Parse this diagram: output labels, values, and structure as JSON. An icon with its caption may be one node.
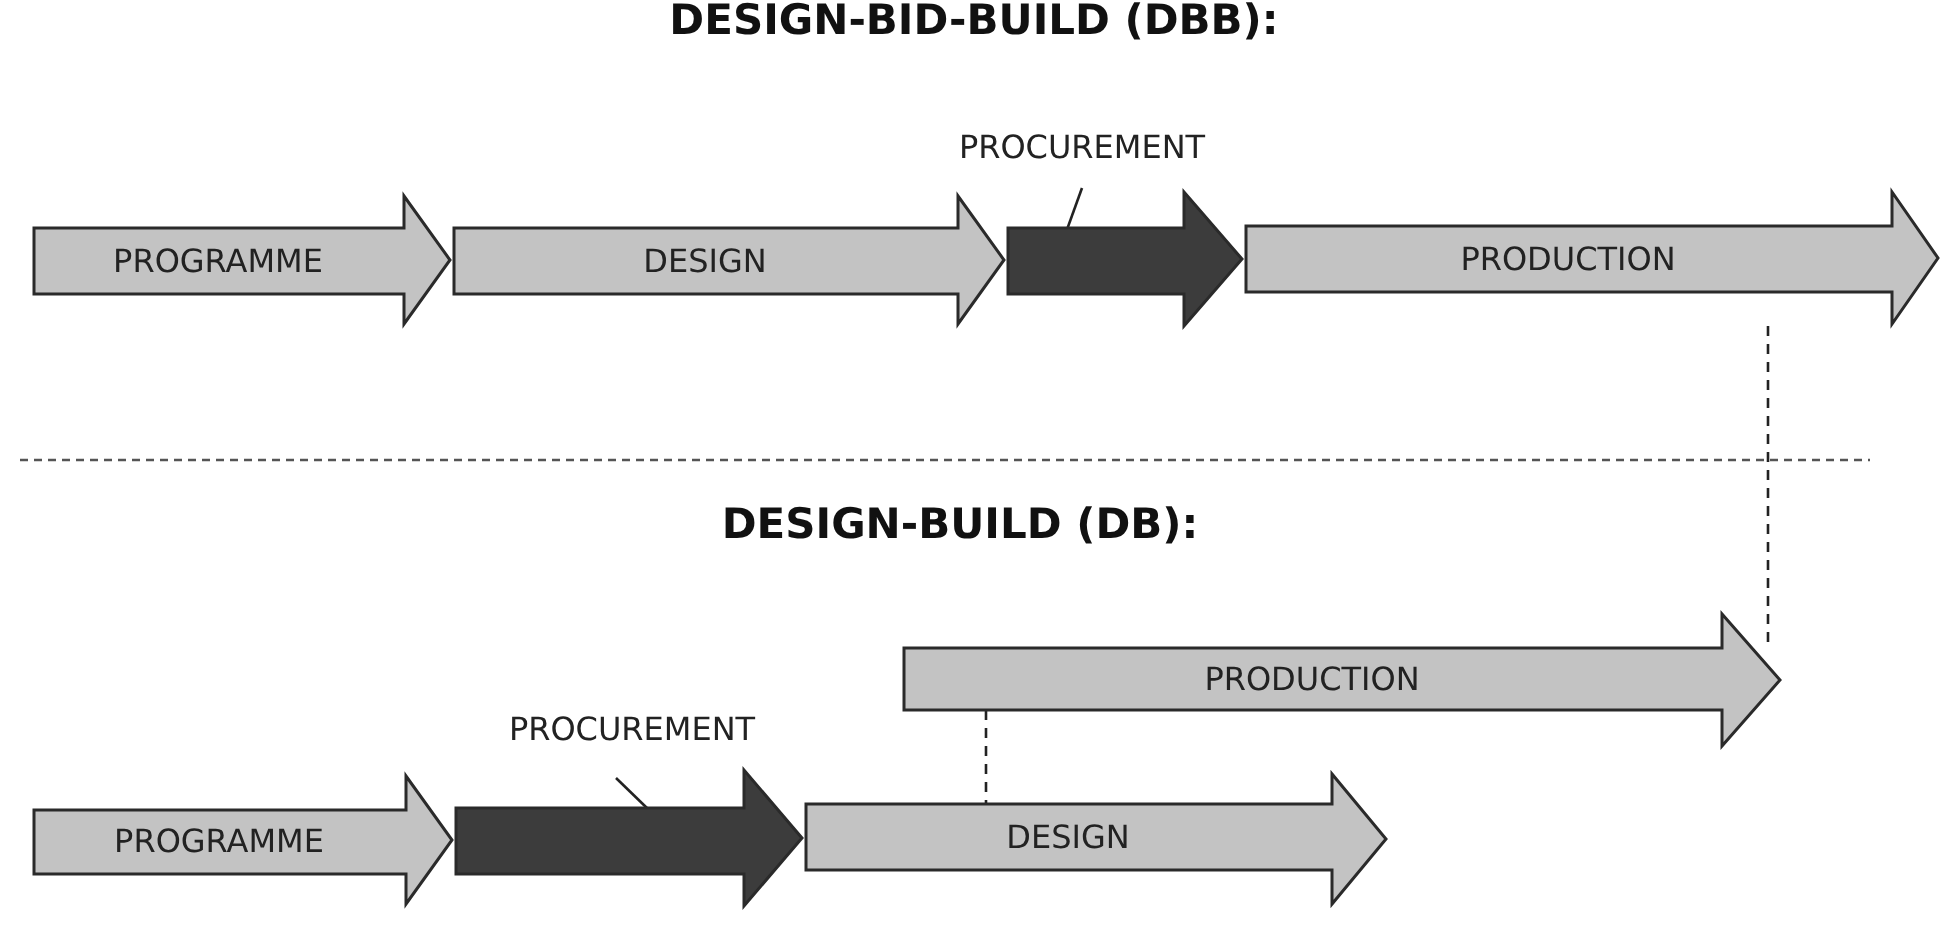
{
  "diagram": {
    "title": "DESIGN-BID-BUILD (DBB):",
    "nodes": [
      {
        "text": [
          "PROGRAMME"
        ]
      },
      {
        "text": [
          "DESIGN"
        ]
      },
      {
        "text": [],
        "shape": "arrow"
      },
      {
        "text": [
          "PRODUCTION"
        ]
      },
      {
        "text": [
          "PROCUREMENT"
        ]
      },
      {
        "text": [
          "PROGRAMME"
        ]
      },
      {
        "text": [],
        "shape": "arrow"
      },
      {
        "text": [
          "DESIGN"
        ]
      },
      {
        "text": [
          "PRODUCTION"
        ]
      },
      {
        "text": [
          "PROCUREMENT"
        ]
      }
    ],
    "edges": [
      {
        "from": 4,
        "to": 2,
        "arrow": "none"
      },
      {
        "from": 3,
        "to": 8,
        "arrow": "none",
        "style": "dashed"
      },
      {
        "from": 9,
        "to": 6,
        "arrow": "none"
      },
      {
        "from": 8,
        "to": 7,
        "arrow": "none",
        "style": "dashed"
      }
    ],
    "labels": [
      "DESIGN-BUILD (DB):"
    ]
  }
}
